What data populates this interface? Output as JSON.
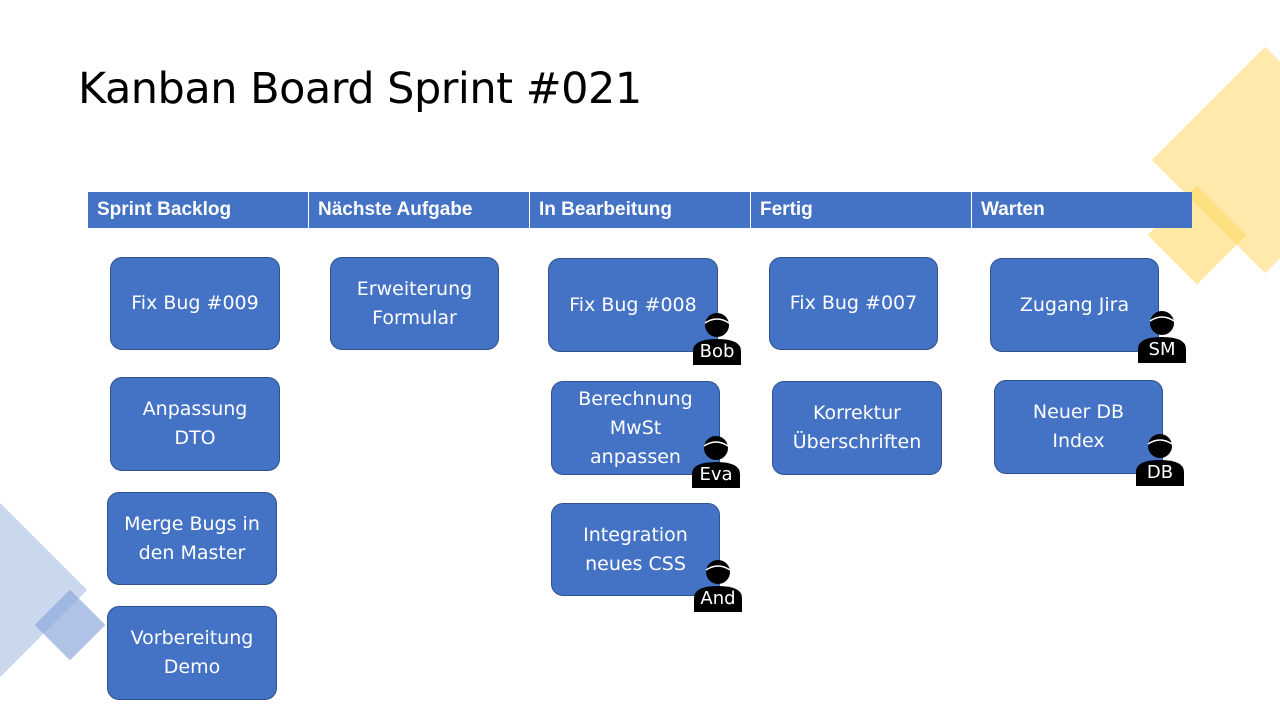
{
  "title": "Kanban Board Sprint #021",
  "colors": {
    "accent": "#4472c4",
    "card_border": "#2f528f",
    "deco_yellow": "#ffd966",
    "deco_blue": "#b4c7e7"
  },
  "columns": [
    {
      "label": "Sprint Backlog",
      "cards": [
        {
          "text": "Fix Bug #009"
        },
        {
          "text": "Anpassung\nDTO"
        },
        {
          "text": "Merge Bugs in\nden Master"
        },
        {
          "text": "Vorbereitung\nDemo"
        }
      ]
    },
    {
      "label": "Nächste Aufgabe",
      "cards": [
        {
          "text": "Erweiterung\nFormular"
        }
      ]
    },
    {
      "label": "In Bearbeitung",
      "cards": [
        {
          "text": "Fix Bug #008",
          "assignee": "Bob"
        },
        {
          "text": "Berechnung\nMwSt\nanpassen",
          "assignee": "Eva"
        },
        {
          "text": "Integration\nneues CSS",
          "assignee": "And"
        }
      ]
    },
    {
      "label": "Fertig",
      "cards": [
        {
          "text": "Fix Bug #007"
        },
        {
          "text": "Korrektur\nÜberschriften"
        }
      ]
    },
    {
      "label": "Warten",
      "cards": [
        {
          "text": "Zugang Jira",
          "assignee": "SM"
        },
        {
          "text": "Neuer DB\nIndex",
          "assignee": "DB"
        }
      ]
    }
  ],
  "icons": {
    "assignee": "person-icon"
  }
}
